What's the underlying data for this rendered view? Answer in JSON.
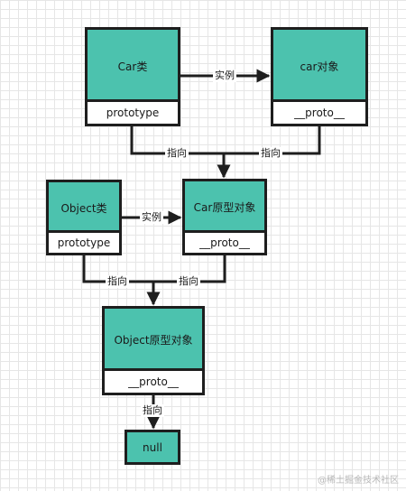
{
  "nodes": {
    "car_class": {
      "title": "Car类",
      "sub": "prototype"
    },
    "car_object": {
      "title": "car对象",
      "sub": "__proto__"
    },
    "object_class": {
      "title": "Object类",
      "sub": "prototype"
    },
    "car_prototype": {
      "title": "Car原型对象",
      "sub": "__proto__"
    },
    "object_prototype": {
      "title": "Object原型对象",
      "sub": "__proto__"
    },
    "null_node": {
      "title": "null"
    }
  },
  "edges": {
    "car_instance": "实例",
    "car_pointer_left": "指向",
    "car_pointer_right": "指向",
    "object_instance": "实例",
    "object_pointer_left": "指向",
    "object_pointer_right": "指向",
    "null_pointer": "指向"
  },
  "watermark": "@稀土掘金技术社区",
  "colors": {
    "node_fill": "#4cc2ae",
    "stroke": "#1e1e1e",
    "grid": "#e6e6e6"
  }
}
